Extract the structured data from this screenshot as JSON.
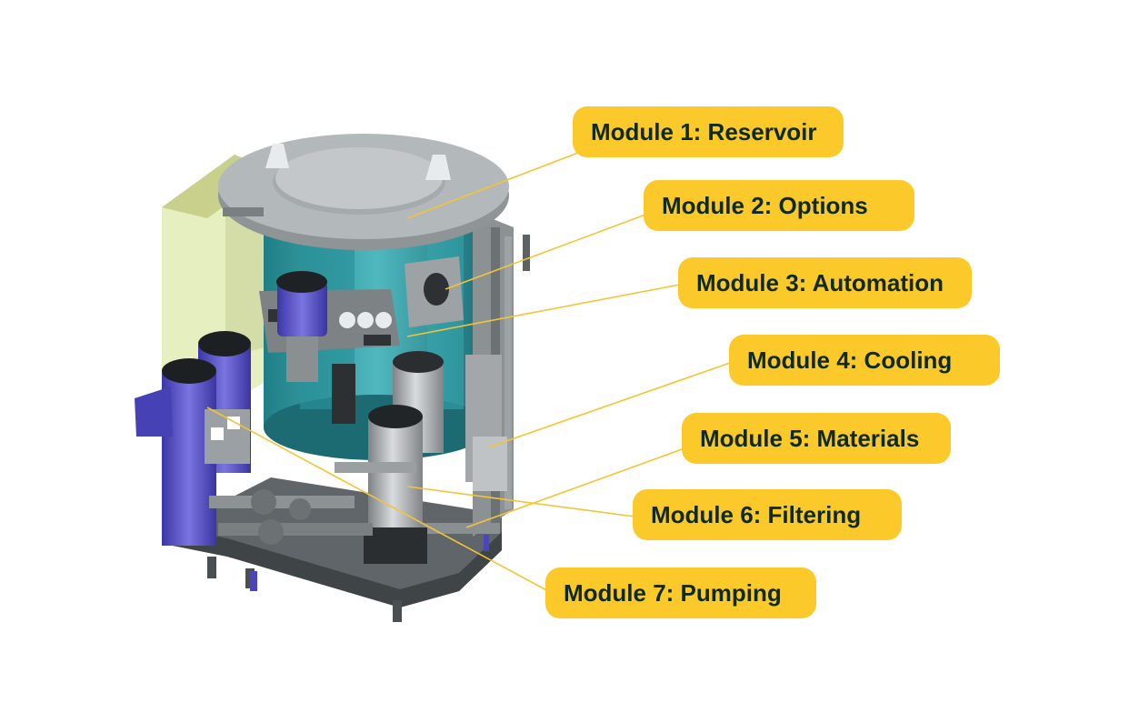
{
  "diagram": {
    "accent_color": "#fcc92a",
    "label_text_color": "#0e2a22",
    "leader_line_color": "#f2c437",
    "modules": [
      {
        "id": 1,
        "label": "Module 1: Reservoir"
      },
      {
        "id": 2,
        "label": "Module 2: Options"
      },
      {
        "id": 3,
        "label": "Module 3: Automation"
      },
      {
        "id": 4,
        "label": "Module 4: Cooling"
      },
      {
        "id": 5,
        "label": "Module 5: Materials"
      },
      {
        "id": 6,
        "label": "Module 6: Filtering"
      },
      {
        "id": 7,
        "label": "Module 7: Pumping"
      }
    ]
  }
}
